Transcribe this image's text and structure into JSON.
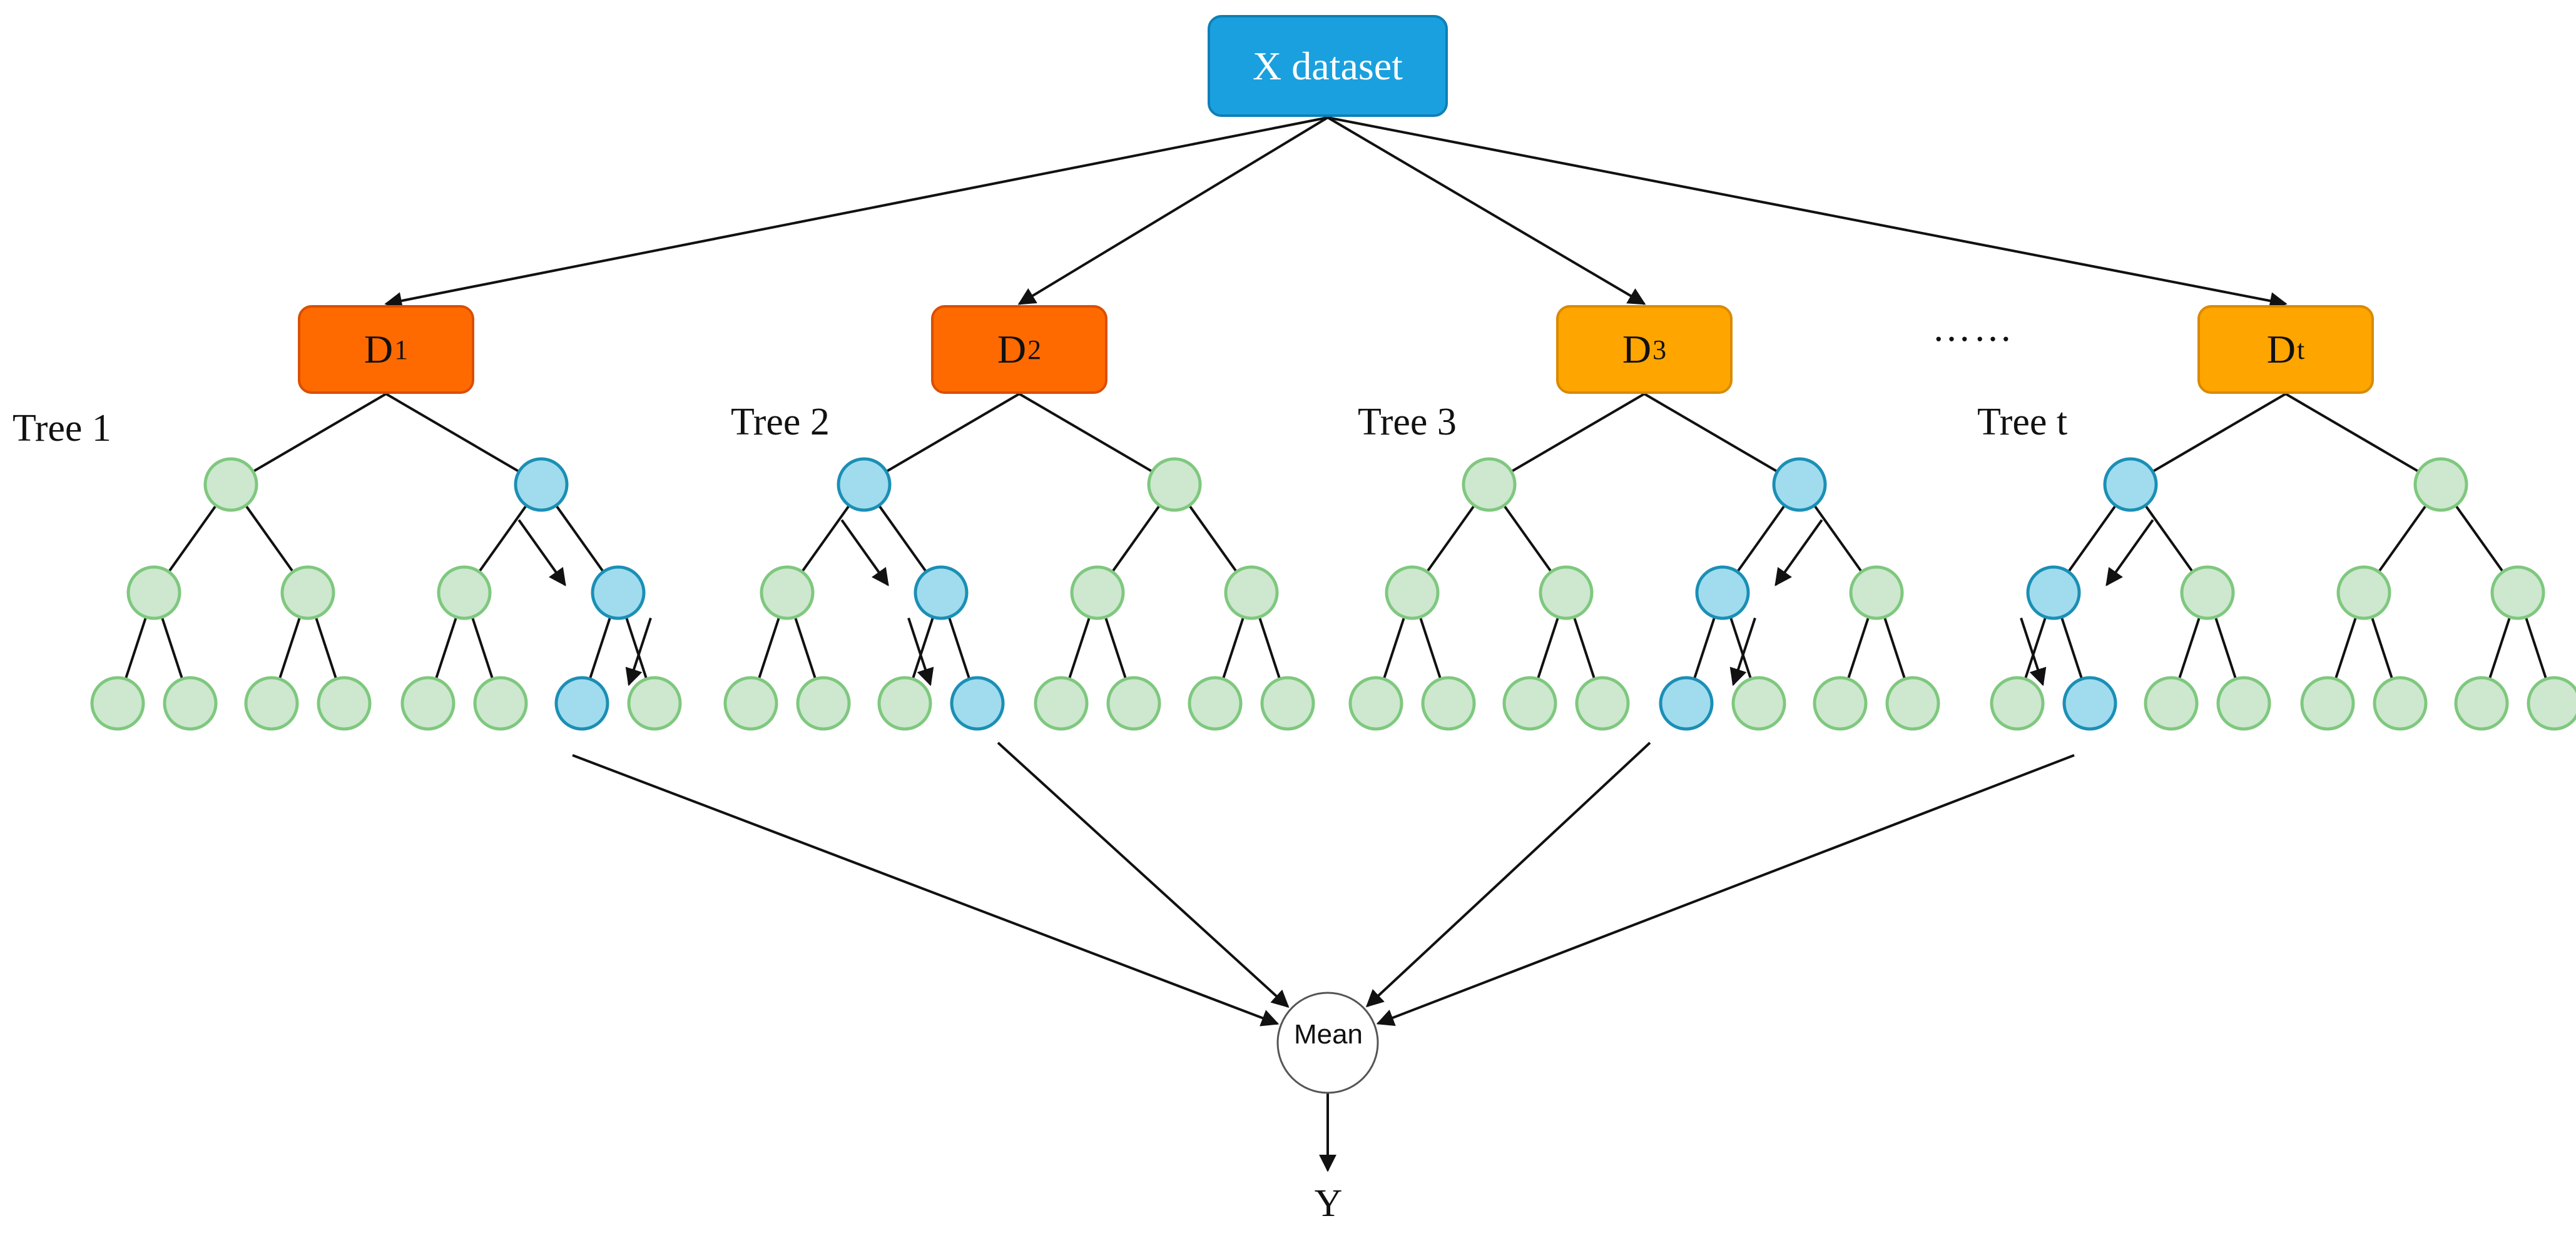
{
  "colors": {
    "root_fill": "#1aa0de",
    "root_border": "#0f7fb6",
    "d_dark_fill": "#ff6a00",
    "d_dark_border": "#d94f00",
    "d_light_fill": "#ffa500",
    "d_light_border": "#d98a00",
    "node_green_fill": "#cde8cf",
    "node_green_border": "#7fc87f",
    "node_blue_fill": "#a0dcee",
    "node_blue_border": "#1b8fb5",
    "line": "#111111",
    "mean_border": "#555555"
  },
  "root": {
    "label": "X dataset"
  },
  "trees": [
    {
      "label": "Tree 1",
      "subset_base": "D",
      "subset_sub": "1",
      "subset_style": "dark",
      "path": "RRL"
    },
    {
      "label": "Tree 2",
      "subset_base": "D",
      "subset_sub": "2",
      "subset_style": "dark",
      "path": "LRR"
    },
    {
      "label": "Tree 3",
      "subset_base": "D",
      "subset_sub": "3",
      "subset_style": "light",
      "path": "RLL"
    },
    {
      "label": "Tree t",
      "subset_base": "D",
      "subset_sub": "t",
      "subset_style": "light",
      "path": "LLR"
    }
  ],
  "ellipsis": "……",
  "aggregator": {
    "label": "Mean"
  },
  "output": {
    "label": "Y"
  }
}
